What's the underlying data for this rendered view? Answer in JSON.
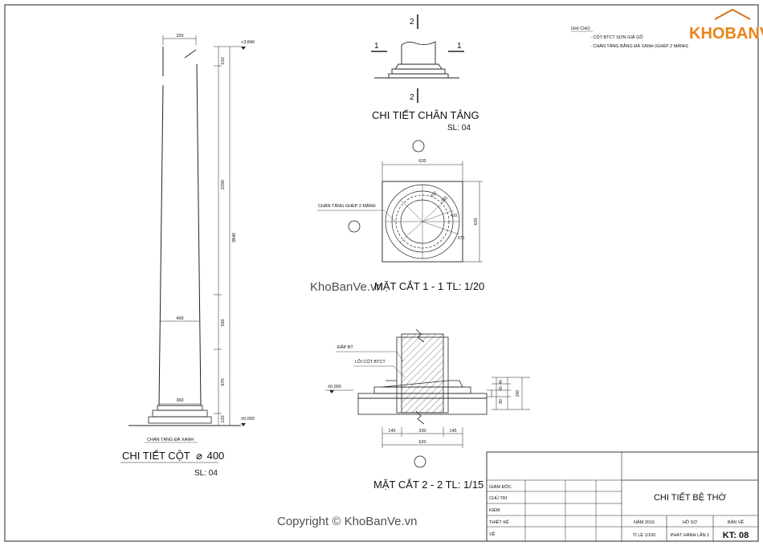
{
  "notes": {
    "heading": "GHI CHÚ:",
    "lines": [
      "- CỘT BTCT SƠN GIẢ GỖ",
      "- CHÂN TẢNG BẰNG ĐÁ XANH (GHÉP 2 MẢNH)"
    ]
  },
  "logo": {
    "text": "KHOBANVE"
  },
  "column_view": {
    "dims_top": "320",
    "dims_mid": "400",
    "dims_bottom": "360",
    "level_top": "+3.840",
    "level_bottom": "±0.000",
    "seg_210": "210",
    "seg_2290": "2290",
    "seg_3840": "3840",
    "seg_550": "550",
    "seg_670": "670",
    "seg_120": "120",
    "base_label": "CHÂN TẢNG ĐÁ XANH",
    "title_prefix": "CHI TIẾT CỘT",
    "title_diameter": "⌀",
    "title_value": "400",
    "qty": "SL: 04"
  },
  "base_detail": {
    "cut_top": "2",
    "cut_bottom": "2",
    "cut_left": "1",
    "cut_right": "1",
    "title": "CHI TIẾT CHÂN TẢNG",
    "qty": "SL: 04"
  },
  "section_11": {
    "dim_width": "620",
    "dim_height": "620",
    "d330": "330",
    "d360": "360",
    "d410": "410",
    "d570": "570",
    "leader": "CHÂN TẢNG GHÉP 2 MẢNH",
    "title": "MẶT CẮT 1 - 1 TL: 1/20"
  },
  "section_22": {
    "label_fill": "ĐẮP BT",
    "label_core": "LÕI CỘT BTCT",
    "level": "±0.000",
    "dim_145a": "145",
    "dim_330": "330",
    "dim_145b": "145",
    "dim_620": "620",
    "dim_40a": "40",
    "dim_40b": "40",
    "dim_80": "80",
    "dim_200": "200",
    "title": "MẶT CẮT 2 - 2 TL: 1/15"
  },
  "title_block": {
    "rows": [
      "GIÁM ĐỐC",
      "CHỦ TRÌ",
      "KIỂM",
      "THIẾT KẾ",
      "VẼ"
    ],
    "drawing_title": "CHI TIẾT BỆ THỜ",
    "year": "NĂM 2016",
    "dossier": "HỒ SƠ",
    "sheet_label": "BẢN VẼ",
    "scale": "TỈ LỆ 1/100",
    "issue": "PHÁT HÀNH LẦN 1",
    "sheet_no": "KT:  08"
  },
  "watermarks": {
    "middle": "KhoBanVe.vn",
    "bottom": "Copyright © KhoBanVe.vn"
  }
}
